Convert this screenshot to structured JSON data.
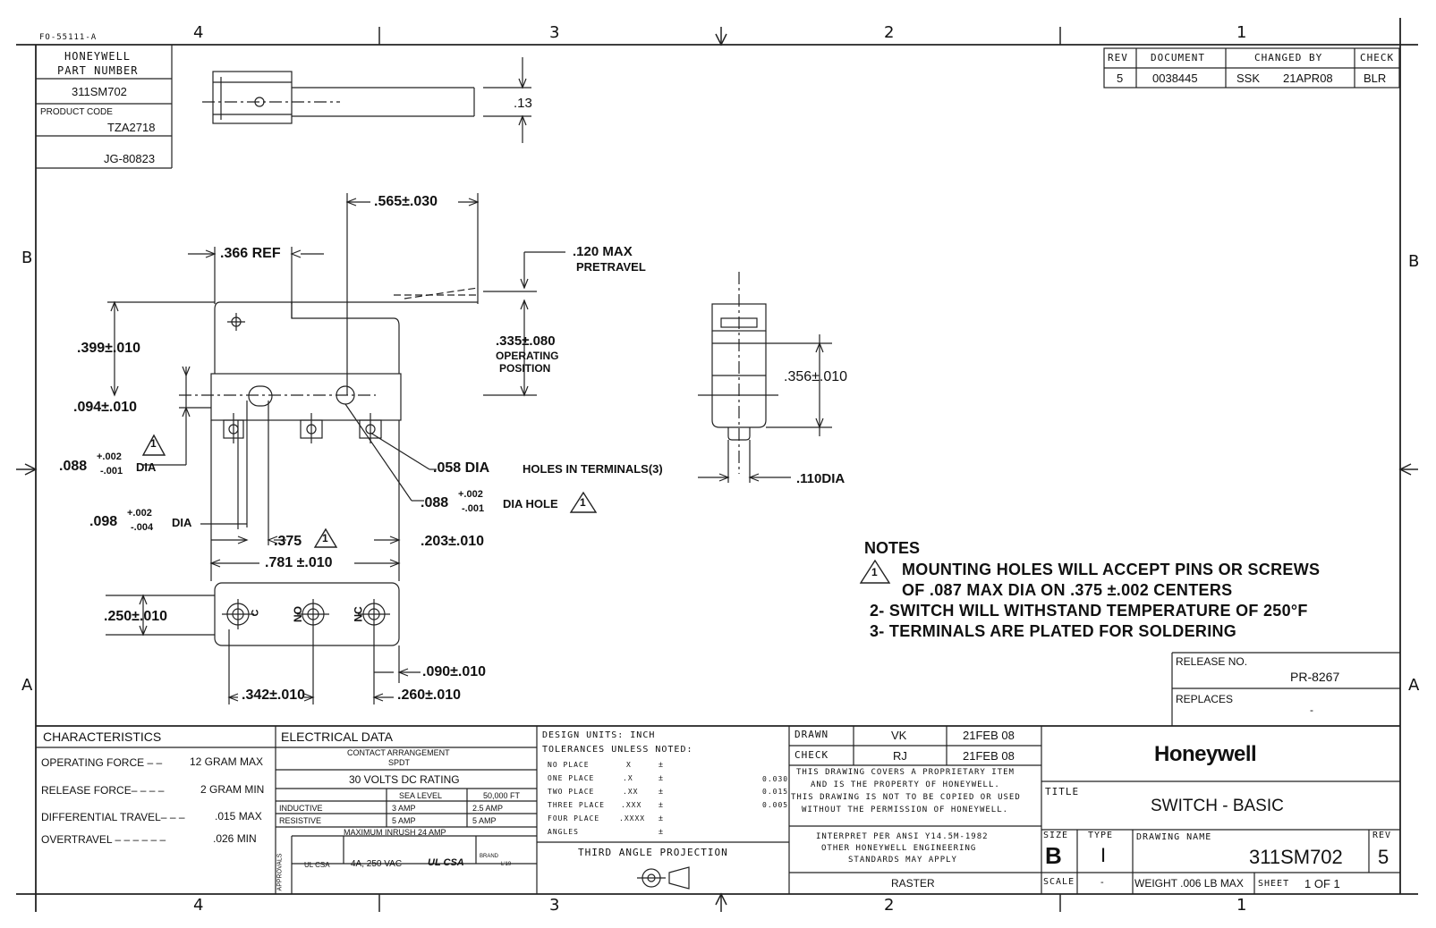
{
  "form_id": "FO-55111-A",
  "zones": {
    "top": [
      "4",
      "3",
      "2",
      "1"
    ],
    "bottom": [
      "4",
      "3",
      "2",
      "1"
    ],
    "left": [
      "B",
      "A"
    ],
    "right": [
      "B",
      "A"
    ]
  },
  "part_block": {
    "title1": "HONEYWELL",
    "title2": "PART NUMBER",
    "part_number": "311SM702",
    "product_code_label": "PRODUCT CODE",
    "product_code": "TZA2718",
    "jg": "JG-80823"
  },
  "revision": {
    "headers": [
      "REV",
      "DOCUMENT",
      "CHANGED BY",
      "CHECK"
    ],
    "rev": "5",
    "document": "0038445",
    "changed_by": "SSK",
    "date": "21APR08",
    "check": "BLR"
  },
  "dimensions": {
    "d13": ".13",
    "d565": ".565±.030",
    "d366": ".366 REF",
    "d120": ".120 MAX",
    "pretravel": "PRETRAVEL",
    "d335": ".335±.080",
    "operating": "OPERATING",
    "position": "POSITION",
    "d399": ".399±.010",
    "d094": ".094±.010",
    "d088_main": ".088",
    "d088_sup": "+.002",
    "d088_sub": "-.001",
    "dia": "DIA",
    "d058": ".058 DIA",
    "holes": "HOLES IN TERMINALS(3)",
    "d088b_main": ".088",
    "d088b_sup": "+.002",
    "d088b_sub": "-.001",
    "dia_hole": "DIA HOLE",
    "d098_main": ".098",
    "d098_sup": "+.002",
    "d098_sub": "-.004",
    "d375": ".375",
    "d203": ".203±.010",
    "d781": ".781 ±.010",
    "d250": ".250±.010",
    "d090": ".090±.010",
    "d342": ".342±.010",
    "d260": ".260±.010",
    "d356": ".356±.010",
    "d110": ".110DIA",
    "term_c": "C",
    "term_no": "NO",
    "term_nc": "NC",
    "note_mark": "1"
  },
  "notes": {
    "title": "NOTES",
    "n1a": "MOUNTING HOLES WILL ACCEPT PINS OR SCREWS",
    "n1b": "OF .087 MAX DIA ON .375 ±.002 CENTERS",
    "n2": "2- SWITCH WILL WITHSTAND TEMPERATURE OF 250°F",
    "n3": "3- TERMINALS ARE PLATED FOR SOLDERING"
  },
  "release": {
    "label": "RELEASE NO.",
    "value": "PR-8267",
    "replaces_label": "REPLACES",
    "replaces_value": "-"
  },
  "characteristics": {
    "title": "CHARACTERISTICS",
    "rows": [
      {
        "label": "OPERATING FORCE – –",
        "value": "12 GRAM MAX"
      },
      {
        "label": "RELEASE FORCE– – – –",
        "value": "2 GRAM MIN"
      },
      {
        "label": "DIFFERENTIAL TRAVEL– – –",
        "value": ".015 MAX"
      },
      {
        "label": "OVERTRAVEL – – – – – –",
        "value": ".026 MIN"
      }
    ]
  },
  "electrical": {
    "title": "ELECTRICAL DATA",
    "contact1": "CONTACT ARRANGEMENT",
    "contact2": "SPDT",
    "rating": "30 VOLTS DC RATING",
    "sea_level": "SEA LEVEL",
    "ft": "50,000 FT",
    "inductive": "INDUCTIVE",
    "ind_sea": "3 AMP",
    "ind_ft": "2.5 AMP",
    "resistive": "RESISTIVE",
    "res_sea": "5 AMP",
    "res_ft": "5 AMP",
    "inrush": "MAXIMUM INRUSH   24 AMP",
    "approvals": "APPROVALS",
    "ul_csa": "UL CSA",
    "ul_rating": "4A, 250 VAC",
    "ul_marks": "UL CSA",
    "brand": "BRAND",
    "brand_year": "L'19"
  },
  "design": {
    "units": "DESIGN UNITS:  INCH",
    "tol": "TOLERANCES UNLESS NOTED:",
    "rows": [
      {
        "label": "NO PLACE",
        "fmt": "X",
        "pm": "±",
        "val": ""
      },
      {
        "label": "ONE PLACE",
        "fmt": ".X",
        "pm": "±",
        "val": "0.030"
      },
      {
        "label": "TWO PLACE",
        "fmt": ".XX",
        "pm": "±",
        "val": "0.015"
      },
      {
        "label": "THREE PLACE",
        "fmt": ".XXX",
        "pm": "±",
        "val": "0.005"
      },
      {
        "label": "FOUR PLACE",
        "fmt": ".XXXX",
        "pm": "±",
        "val": ""
      },
      {
        "label": "ANGLES",
        "fmt": "",
        "pm": "±",
        "val": ""
      }
    ],
    "projection": "THIRD ANGLE PROJECTION"
  },
  "signoff": {
    "drawn_label": "DRAWN",
    "drawn_by": "VK",
    "drawn_date": "21FEB 08",
    "check_label": "CHECK",
    "check_by": "RJ",
    "check_date": "21FEB 08",
    "prop1": "THIS DRAWING COVERS A PROPRIETARY ITEM",
    "prop2": "AND IS THE PROPERTY OF HONEYWELL.",
    "prop3": "THIS DRAWING IS NOT TO BE COPIED OR USED",
    "prop4": "WITHOUT THE PERMISSION OF HONEYWELL.",
    "ansi1": "INTERPRET PER ANSI Y14.5M-1982",
    "ansi2": "OTHER HONEYWELL ENGINEERING",
    "ansi3": "STANDARDS MAY APPLY",
    "raster": "RASTER"
  },
  "title_block": {
    "brand": "Honeywell",
    "title_label": "TITLE",
    "title": "SWITCH - BASIC",
    "size_label": "SIZE",
    "size": "B",
    "type_label": "TYPE",
    "type": "I",
    "dwg_label": "DRAWING NAME",
    "dwg": "311SM702",
    "rev_label": "REV",
    "rev": "5",
    "scale_label": "SCALE",
    "scale": "-",
    "weight": "WEIGHT .006 LB MAX",
    "sheet_label": "SHEET",
    "sheet": "1 OF 1"
  }
}
